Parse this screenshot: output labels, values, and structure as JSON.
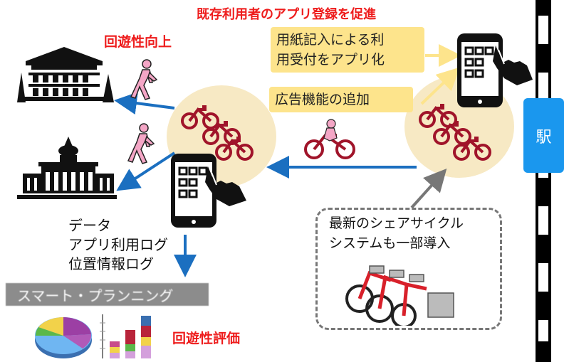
{
  "header": {
    "promote_existing_users": "既存利用者のアプリ登録を促進"
  },
  "labels": {
    "circulation_up": "回遊性向上",
    "circulation_eval": "回遊性評価"
  },
  "boxes": {
    "paper_to_app": [
      "用紙記入による利",
      "用受付をアプリ化"
    ],
    "ad_feature": "広告機能の追加"
  },
  "station": {
    "label": "駅"
  },
  "data_block": {
    "lines": [
      "データ",
      "アプリ利用ログ",
      "位置情報ログ"
    ]
  },
  "smart_planning": {
    "label": "スマート・プランニング"
  },
  "new_system": {
    "lines": [
      "最新のシェアサイクル",
      "システムも一部導入"
    ]
  },
  "colors": {
    "accent_red": "#ee1c1c",
    "arrow_blue": "#1b6fc0",
    "station_blue": "#1a97ee",
    "callout_yellow": "#fde48c",
    "bike_red": "#a0142a",
    "pedestrian_pink": "#f4a6c6",
    "hub_circle": "#f7e9c4"
  },
  "icons": [
    "building-icon",
    "pedestrian-icon",
    "bicycle-icon",
    "smartphone-icon",
    "pointing-hand-icon",
    "pie-chart-icon",
    "bar-chart-icon",
    "share-bike-rack-icon",
    "railway-track-icon"
  ]
}
